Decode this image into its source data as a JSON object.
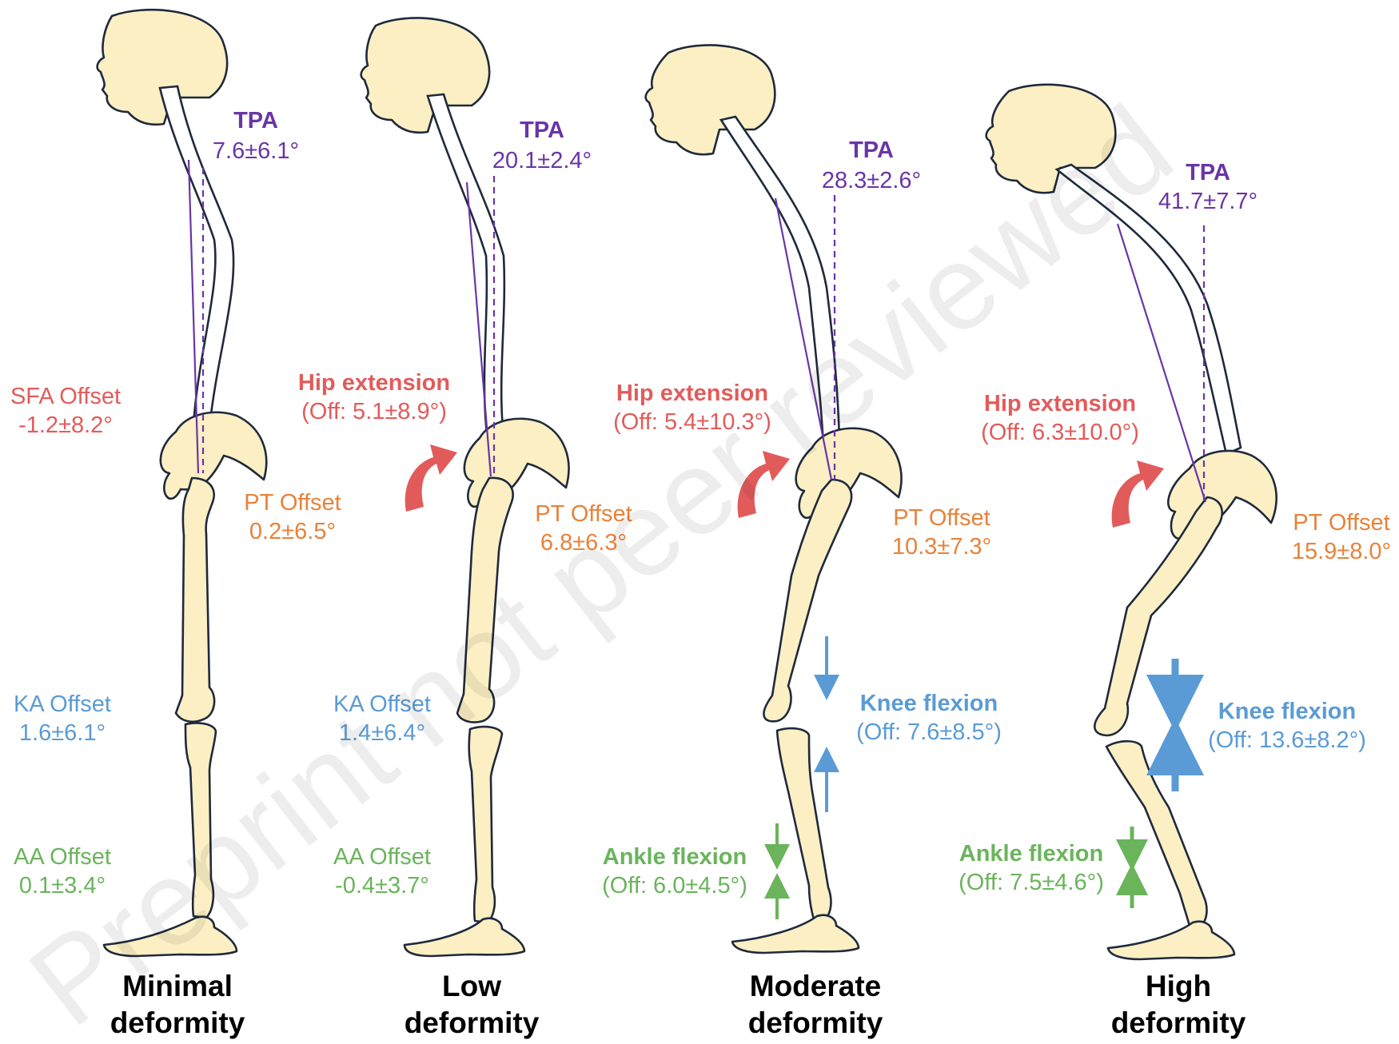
{
  "colors": {
    "tpa": "#6a35a6",
    "hip": "#e25b5b",
    "pt": "#e8823a",
    "knee": "#5b9bd5",
    "ankle": "#6ab45c",
    "bone_fill": "#fbefc3",
    "outline": "#1e2a3c"
  },
  "watermark": "Preprint not peer reviewed",
  "panels": [
    {
      "id": "minimal",
      "caption_line1": "Minimal",
      "caption_line2": "deformity",
      "tpa_title": "TPA",
      "tpa_value": "7.6±6.1°",
      "sfa_title": "SFA Offset",
      "sfa_value": "-1.2±8.2°",
      "pt_title": "PT Offset",
      "pt_value": "0.2±6.5°",
      "ka_title": "KA Offset",
      "ka_value": "1.6±6.1°",
      "aa_title": "AA Offset",
      "aa_value": "0.1±3.4°"
    },
    {
      "id": "low",
      "caption_line1": "Low",
      "caption_line2": "deformity",
      "tpa_title": "TPA",
      "tpa_value": "20.1±2.4°",
      "hip_title": "Hip extension",
      "hip_value": "(Off: 5.1±8.9°)",
      "pt_title": "PT Offset",
      "pt_value": "6.8±6.3°",
      "ka_title": "KA Offset",
      "ka_value": "1.4±6.4°",
      "aa_title": "AA Offset",
      "aa_value": "-0.4±3.7°"
    },
    {
      "id": "moderate",
      "caption_line1": "Moderate",
      "caption_line2": "deformity",
      "tpa_title": "TPA",
      "tpa_value": "28.3±2.6°",
      "hip_title": "Hip extension",
      "hip_value": "(Off: 5.4±10.3°)",
      "pt_title": "PT Offset",
      "pt_value": "10.3±7.3°",
      "knee_title": "Knee flexion",
      "knee_value": "(Off: 7.6±8.5°)",
      "ankle_title": "Ankle flexion",
      "ankle_value": "(Off: 6.0±4.5°)"
    },
    {
      "id": "high",
      "caption_line1": "High",
      "caption_line2": "deformity",
      "tpa_title": "TPA",
      "tpa_value": "41.7±7.7°",
      "hip_title": "Hip extension",
      "hip_value": "(Off: 6.3±10.0°)",
      "pt_title": "PT Offset",
      "pt_value": "15.9±8.0°",
      "knee_title": "Knee flexion",
      "knee_value": "(Off: 13.6±8.2°)",
      "ankle_title": "Ankle flexion",
      "ankle_value": "(Off: 7.5±4.6°)"
    }
  ]
}
